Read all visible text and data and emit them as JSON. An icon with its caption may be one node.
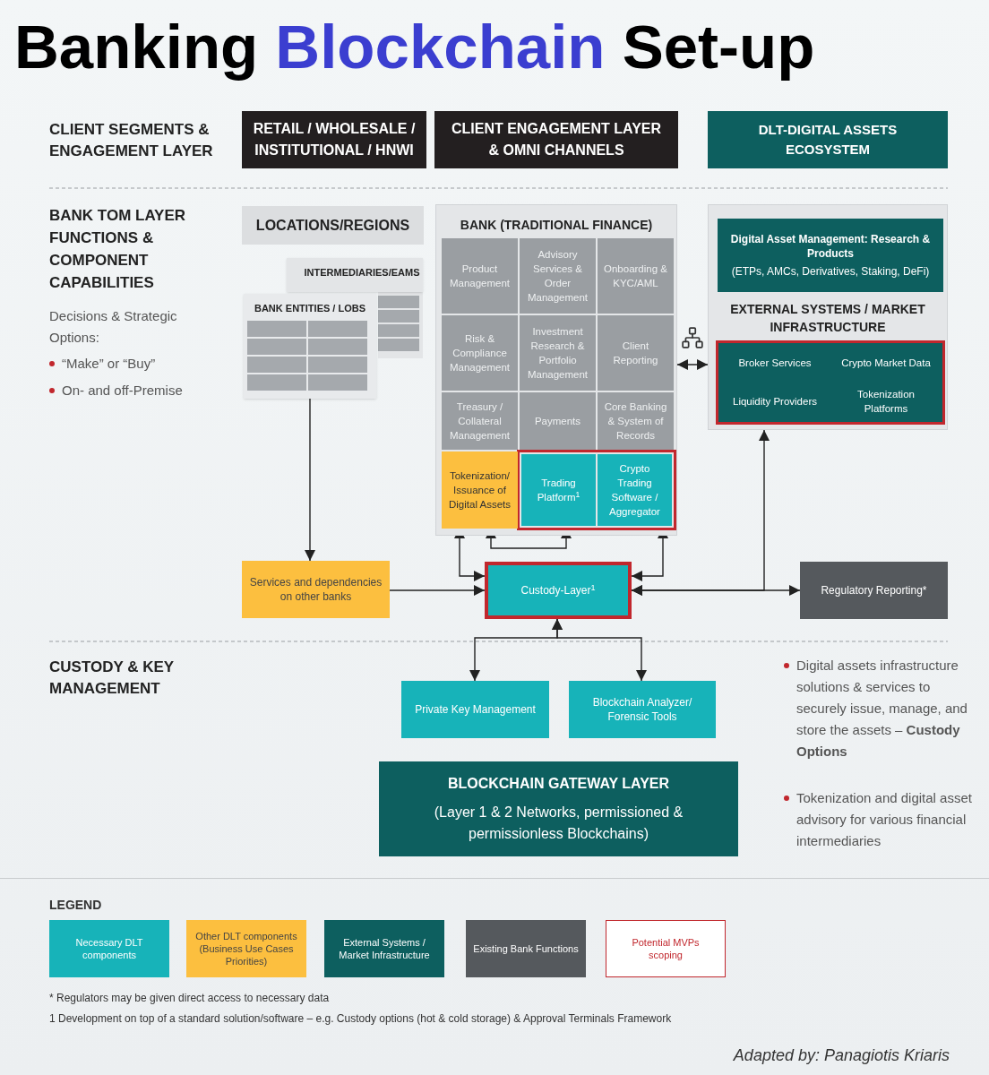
{
  "diagram": {
    "title": "Banking Blockchain Set-up",
    "nodes": [
      {
        "text": [
          "RETAIL / WHOLESALE / INSTITUTIONAL / HNWI"
        ]
      },
      {
        "text": [
          "CLIENT ENGAGEMENT LAYER & OMNI CHANNELS"
        ]
      },
      {
        "text": [
          "DLT-DIGITAL ASSETS ECOSYSTEM"
        ]
      },
      {
        "text": [
          "LOCATIONS/REGIONS"
        ]
      },
      {
        "text": [
          "INTERMEDIARIES/EAMS"
        ]
      },
      {
        "text": [
          "BANK ENTITIES / LOBS"
        ]
      },
      {
        "text": [
          "BANK (TRADITIONAL FINANCE)"
        ]
      },
      {
        "text": [
          "Product Management"
        ],
        "in": 6
      },
      {
        "text": [
          "Advisory Services & Order Management"
        ],
        "in": 6
      },
      {
        "text": [
          "Onboarding & KYC/AML"
        ],
        "in": 6
      },
      {
        "text": [
          "Risk & Compliance Management"
        ],
        "in": 6
      },
      {
        "text": [
          "Investment Research & Portfolio Management"
        ],
        "in": 6
      },
      {
        "text": [
          "Client Reporting"
        ],
        "in": 6
      },
      {
        "text": [
          "Treasury / Collateral Management"
        ],
        "in": 6
      },
      {
        "text": [
          "Payments"
        ],
        "in": 6
      },
      {
        "text": [
          "Core Banking & System of Records"
        ],
        "in": 6
      },
      {
        "text": [
          "Tokenization/ Issuance of Digital Assets"
        ],
        "in": 6
      },
      {
        "text": [
          "Trading Platform$^{1}$"
        ],
        "in": 6
      },
      {
        "text": [
          "Crypto Trading Software / Aggregator"
        ],
        "in": 6
      },
      {
        "text": [
          "EXTERNAL SYSTEMS / MARKET INFRASTRUCTURE"
        ]
      },
      {
        "text": [
          "Digital Asset Management: Research & Products",
          "(ETPs, AMCs, Derivatives, Staking, DeFi)"
        ],
        "in": 19
      },
      {
        "text": [
          "Broker Services"
        ],
        "in": 19
      },
      {
        "text": [
          "Crypto Market Data"
        ],
        "in": 19
      },
      {
        "text": [
          "Liquidity Providers"
        ],
        "in": 19
      },
      {
        "text": [
          "Tokenization Platforms"
        ],
        "in": 19
      },
      {
        "text": [
          "Services and dependencies on other banks"
        ]
      },
      {
        "text": [
          "Custody-Layer$^{1}$"
        ]
      },
      {
        "text": [
          "Regulatory Reporting*"
        ]
      },
      {
        "text": [
          "Private Key Management"
        ]
      },
      {
        "text": [
          "Blockchain Analyzer/ Forensic Tools"
        ]
      },
      {
        "text": [
          "BLOCKCHAIN GATEWAY LAYER",
          "(Layer 1 & 2 Networks, permissioned & permissionless Blockchains)"
        ]
      }
    ],
    "edges": [
      {
        "from": 5,
        "to": 25,
        "arrow": "to"
      },
      {
        "from": 25,
        "to": 26,
        "arrow": "to"
      },
      {
        "from": 26,
        "to": 16,
        "arrow": "both"
      },
      {
        "from": 16,
        "to": 17,
        "arrow": "both"
      },
      {
        "from": 26,
        "to": 18,
        "arrow": "both"
      },
      {
        "from": 26,
        "to": 27,
        "arrow": "both"
      },
      {
        "from": 26,
        "to": 19,
        "arrow": "both"
      },
      {
        "from": 6,
        "to": 19,
        "arrow": "both"
      },
      {
        "from": 26,
        "to": 28,
        "arrow": "both"
      },
      {
        "from": 26,
        "to": 29,
        "arrow": "both"
      }
    ],
    "labels": [
      "CLIENT SEGMENTS & ENGAGEMENT LAYER",
      "BANK TOM LAYER FUNCTIONS & COMPONENT CAPABILITIES",
      "Decisions & Strategic Options:",
      "“Make” or “Buy”",
      "On- and off-Premise",
      "CUSTODY & KEY MANAGEMENT",
      "Digital assets infrastructure solutions & services to securely issue, manage, and store the assets – **Custody Options**",
      "Tokenization and digital asset advisory for various financial intermediaries",
      "LEGEND",
      "* Regulators may be given direct access to necessary data",
      "1 Development on top of a standard solution/software – e.g. Custody options (hot & cold storage) & Approval Terminals Framework",
      "Adapted by: Panagiotis Kriaris"
    ],
    "legend": [
      {
        "text": "Necessary DLT components",
        "color": "#17b3b9"
      },
      {
        "text": "Other DLT components (Business Use Cases Priorities)",
        "color": "#fcbf3f"
      },
      {
        "text": "External Systems / Market Infrastructure",
        "color": "#0d5f5f"
      },
      {
        "text": "Existing Bank Functions",
        "color": "#55595d"
      },
      {
        "text": "Potential MVPs scoping"
      }
    ]
  }
}
